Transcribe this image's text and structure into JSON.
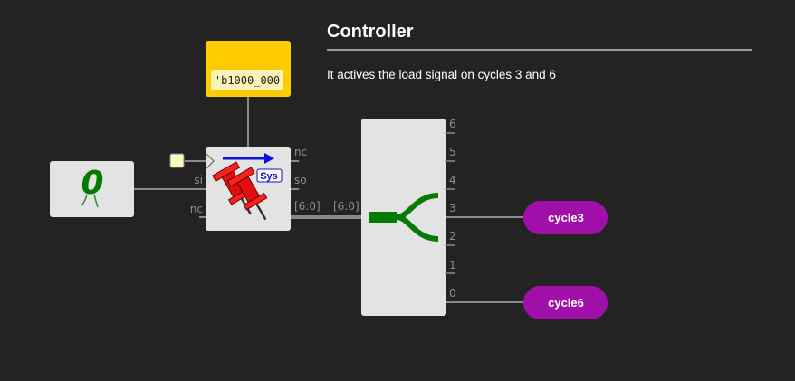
{
  "header": {
    "title": "Controller",
    "description": "It actives the load signal on cycles 3 and 6"
  },
  "constant_block": {
    "value": "'b1000_000"
  },
  "zero_block": {
    "glyph": "0"
  },
  "counter_block": {
    "badge": "Sys",
    "left_ports": [
      "si",
      "nc"
    ],
    "right_ports": [
      "nc",
      "so"
    ]
  },
  "bus": {
    "label_out": "[6:0]",
    "label_in": "[6:0]"
  },
  "splitter": {
    "bits": [
      "6",
      "5",
      "4",
      "3",
      "2",
      "1",
      "0"
    ]
  },
  "outputs": [
    {
      "name": "cycle3",
      "bit": "3"
    },
    {
      "name": "cycle6",
      "bit": "0"
    }
  ],
  "colors": {
    "background": "#232323",
    "block_fill": "#e3e3e3",
    "const_fill": "#ffcc00",
    "pill_fill": "#a010a8",
    "splitter_green": "#007a00",
    "wire": "#8a8a8a"
  }
}
